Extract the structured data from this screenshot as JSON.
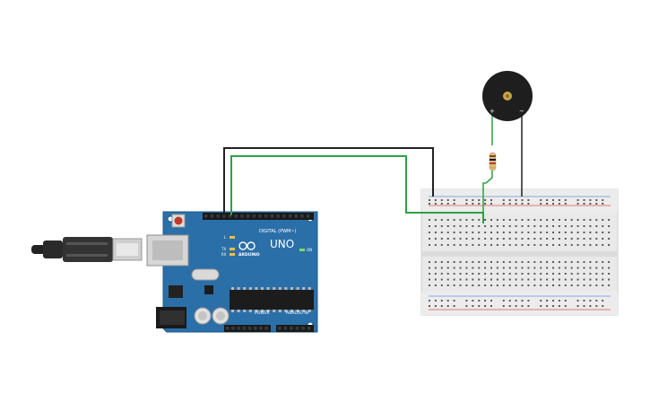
{
  "arduino": {
    "model_label": "UNO",
    "brand_label": "ARDUINO",
    "digital_header_label": "DIGITAL (PWM~)",
    "power_header_label": "POWER",
    "analog_header_label": "ANALOG IN",
    "tx_label": "TX",
    "rx_label": "RX",
    "l_label": "L",
    "on_label": "ON",
    "board_color": "#2b6fa8"
  },
  "buzzer": {
    "plus_label": "+",
    "minus_label": "−"
  },
  "wire_colors": {
    "black": "#222222",
    "green": "#2ea043"
  }
}
